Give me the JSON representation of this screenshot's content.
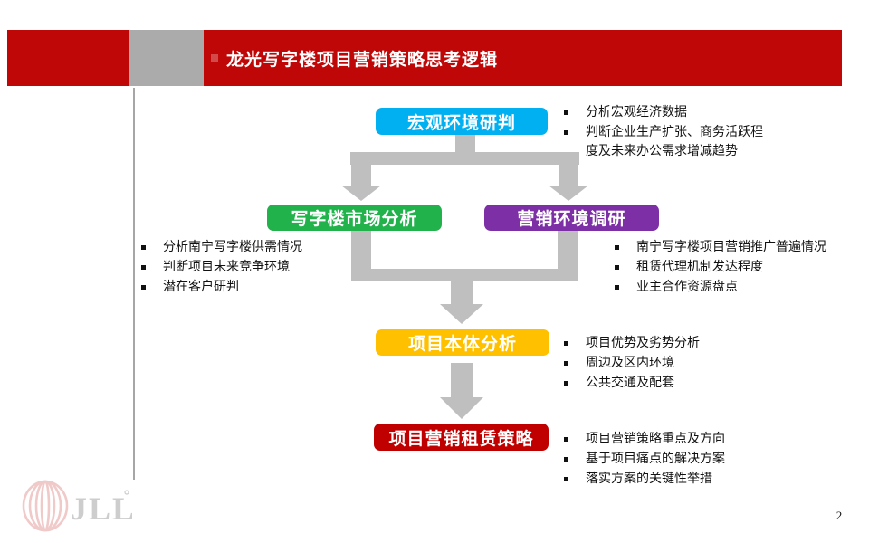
{
  "header": {
    "title": "龙光写字楼项目营销策略思考逻辑"
  },
  "flow": {
    "nodes": {
      "macro": {
        "label": "宏观环境研判",
        "color": "#00B0F0"
      },
      "market": {
        "label": "写字楼市场分析",
        "color": "#22B24C"
      },
      "env": {
        "label": "营销环境调研",
        "color": "#7D2FA6"
      },
      "project": {
        "label": "项目本体分析",
        "color": "#FFC000"
      },
      "strategy": {
        "label": "项目营销租赁策略",
        "color": "#C00000"
      }
    },
    "bullets": {
      "macro": [
        "分析宏观经济数据",
        "判断企业生产扩张、商务活跃程度及未来办公需求增减趋势"
      ],
      "market": [
        "分析南宁写字楼供需情况",
        "判断项目未来竞争环境",
        "潜在客户研判"
      ],
      "env": [
        "南宁写字楼项目营销推广普遍情况",
        "租赁代理机制发达程度",
        "业主合作资源盘点"
      ],
      "project": [
        "项目优势及劣势分析",
        "周边及区内环境",
        "公共交通及配套"
      ],
      "strategy": [
        "项目营销策略重点及方向",
        "基于项目痛点的解决方案",
        "落实方案的关键性举措"
      ]
    },
    "arrow_color": "#BFBFBF"
  },
  "footer": {
    "logo_text": "JLL",
    "page_number": "2"
  },
  "colors": {
    "header_red": "#C00707",
    "header_gray": "#ABABAB",
    "divider_gray": "#A6A6A6",
    "logo_pink": "#F0C9C9",
    "logo_gray": "#CDCDCD"
  }
}
